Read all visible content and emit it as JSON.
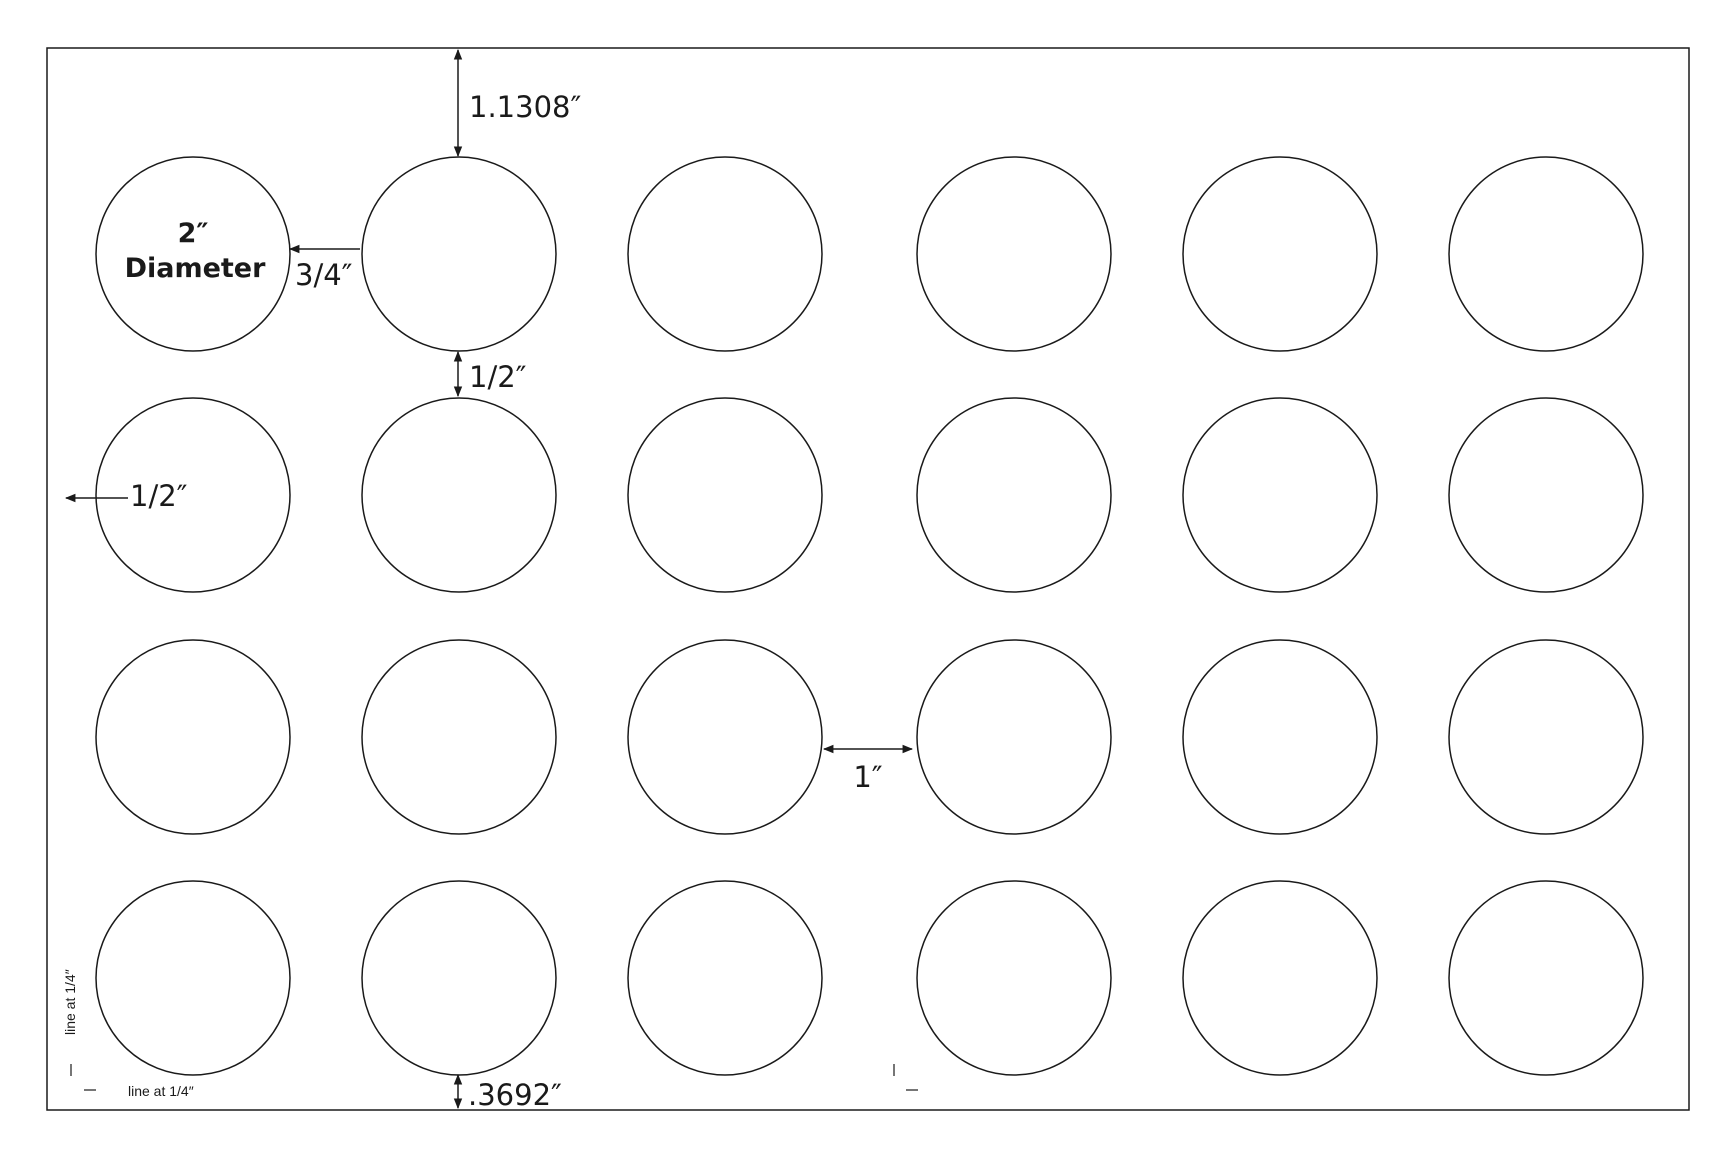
{
  "template": {
    "rows": 4,
    "columns": 6,
    "stroke_color": "#1a1a1a",
    "background": "#ffffff"
  },
  "annotations": {
    "diameter_value": "2″",
    "diameter_word": "Diameter",
    "top_margin": "1.1308″",
    "side_gap": "3/4″",
    "row_gap": "1/2″",
    "left_margin": "1/2″",
    "center_gap": "1″",
    "bottom_margin": ".3692″",
    "line_note_vertical": "line at 1/4″",
    "line_note_horizontal": "line at 1/4″"
  }
}
